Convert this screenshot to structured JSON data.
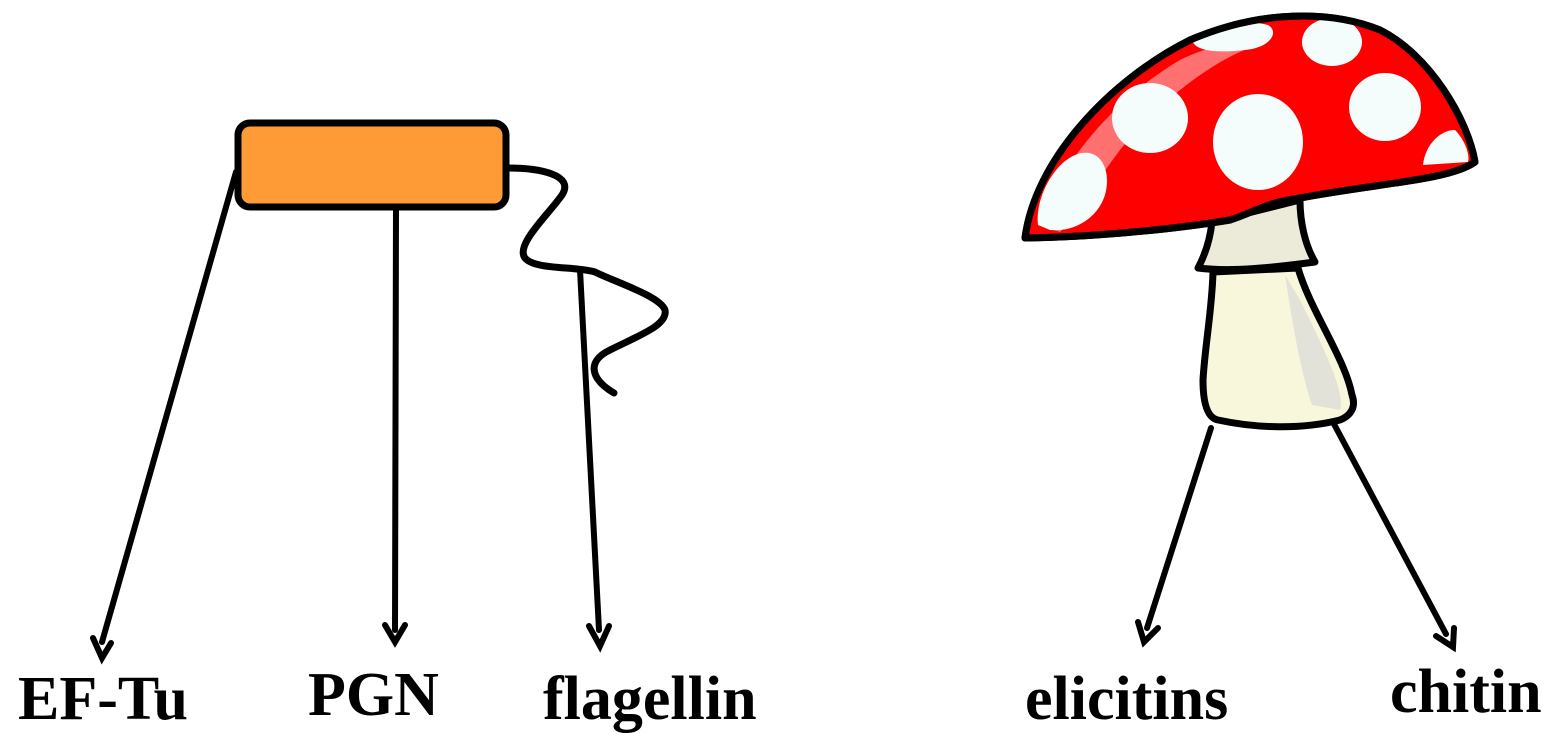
{
  "colors": {
    "bacterium_body": "#ff9b36",
    "mushroom_cap": "#ff0000",
    "cap_highlight": "#ff7070",
    "cap_spots": "#f5fcfc",
    "stem": "#f8f7dc",
    "ring": "#ecebd9",
    "outline": "#000000"
  },
  "icons": {
    "bacterium": "bacterium-icon",
    "fungus": "mushroom-icon"
  },
  "labels": {
    "bacterial": [
      "EF-Tu",
      "PGN",
      "flagellin"
    ],
    "fungal": [
      "elicitins",
      "chitin"
    ]
  }
}
